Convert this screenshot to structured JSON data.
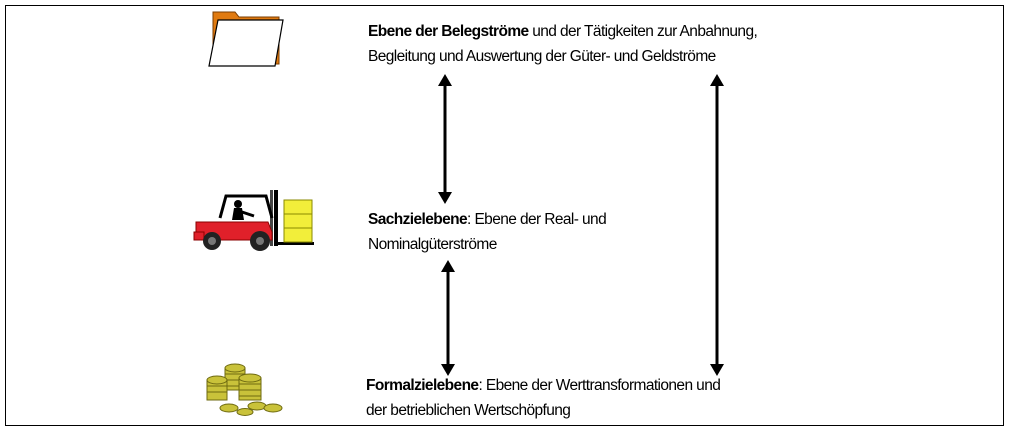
{
  "levels": {
    "beleg": {
      "bold": "Ebene der Belegströme",
      "rest_line1": " und der Tätigkeiten zur Anbahnung,",
      "line2": "Begleitung und Auswertung der Güter- und Geldströme",
      "icon": "folder-icon"
    },
    "sach": {
      "bold": "Sachzielebene",
      "rest_line1": ": Ebene der Real- und",
      "line2": "Nominalgüterströme",
      "icon": "forklift-icon"
    },
    "formal": {
      "bold": "Formalzielebene",
      "rest_line1": ": Ebene der Werttransformationen und",
      "line2": "der betrieblichen Wertschöpfung",
      "icon": "coins-icon"
    }
  },
  "colors": {
    "folder_tab": "#e07a10",
    "forklift_red": "#e0202a",
    "crate_yellow": "#f2ee3a",
    "coin_gold": "#c9c23a",
    "arrow": "#000000"
  }
}
